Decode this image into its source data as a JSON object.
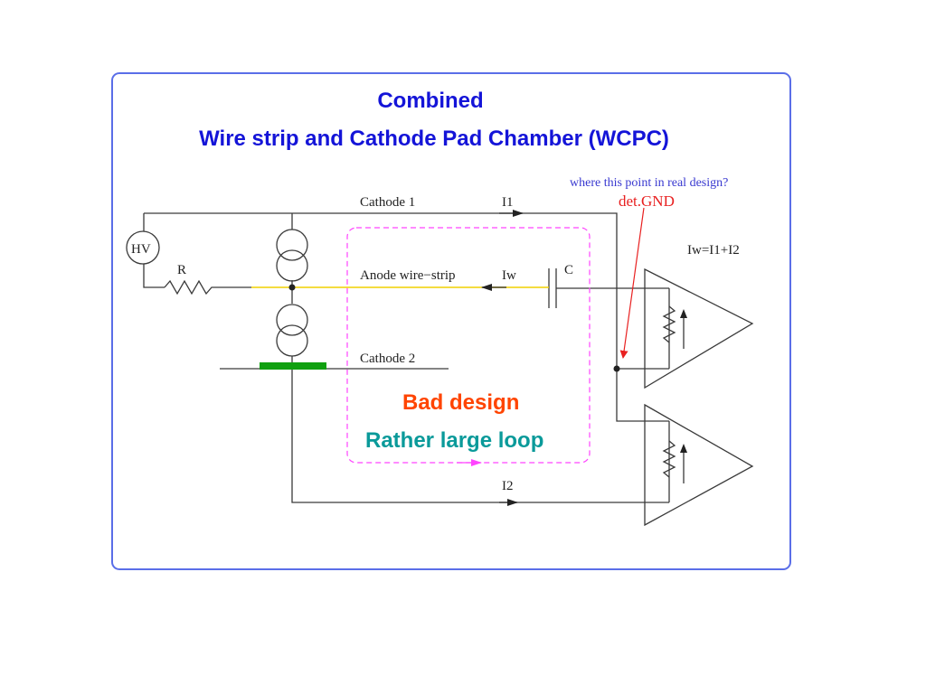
{
  "title": {
    "line1": "Combined",
    "line2": "Wire strip and Cathode Pad Chamber (WCPC)"
  },
  "diagram": {
    "labels": {
      "cathode1": "Cathode 1",
      "i1": "I1",
      "hv": "HV",
      "r": "R",
      "anode": "Anode wire−strip",
      "iw": "Iw",
      "c": "C",
      "cathode2": "Cathode 2",
      "i2": "I2",
      "sum": "Iw=I1+I2"
    },
    "annotations": {
      "question": "where this point in real design?",
      "det_gnd": "det.GND",
      "bad_design": "Bad design",
      "large_loop": "Rather large loop"
    },
    "colors": {
      "title": "#1414d8",
      "frame": "#5a6ee8",
      "wire": "#3a3a3a",
      "anode_wire": "#f0d000",
      "loop": "#ff44ff",
      "pad": "#10a010",
      "annotation_arrow": "#e82020",
      "bad_design": "#ff4400",
      "large_loop": "#0a9a9a",
      "question": "#3838d0"
    }
  }
}
